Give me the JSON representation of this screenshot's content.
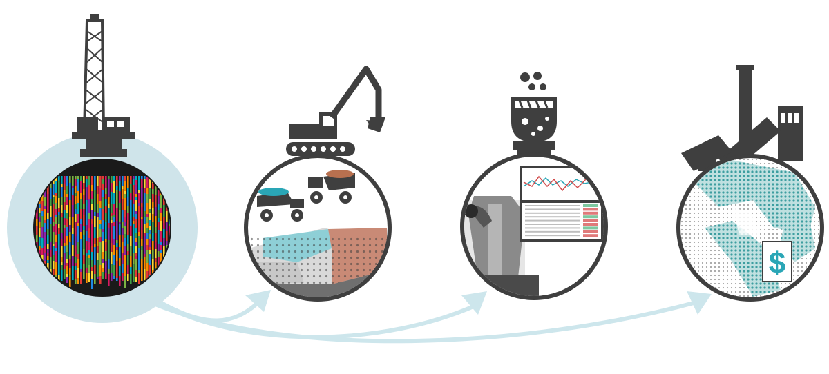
{
  "stages": [
    {
      "id": "drilling",
      "icon": "drill-rig-icon"
    },
    {
      "id": "mining",
      "icon": "excavator-icon"
    },
    {
      "id": "processing",
      "icon": "ore-hopper-icon"
    },
    {
      "id": "smelting",
      "icon": "factory-icon"
    }
  ],
  "dollar_sign": "$",
  "colors": {
    "dark": "#3f3f3f",
    "halo": "#cfe4ea",
    "arrow": "#cde6ec",
    "teal": "#2aa6b6",
    "terracotta": "#c98a76",
    "sky_blue": "#8ecfd6",
    "ore_teal": "#3d9ea0"
  }
}
